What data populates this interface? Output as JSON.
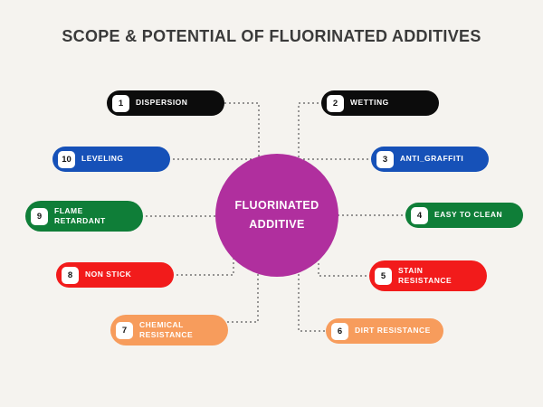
{
  "title": "SCOPE & POTENTIAL OF FLUORINATED ADDITIVES",
  "center": {
    "label": "FLUORINATED\nADDITIVE",
    "color": "#b02f9e"
  },
  "items": [
    {
      "number": "1",
      "label": "DISPERSION",
      "color": "#0c0c0c"
    },
    {
      "number": "2",
      "label": "WETTING",
      "color": "#0c0c0c"
    },
    {
      "number": "3",
      "label": "ANTI_GRAFFITI",
      "color": "#1651b8"
    },
    {
      "number": "4",
      "label": "EASY TO CLEAN",
      "color": "#0f7e38"
    },
    {
      "number": "5",
      "label": "STAIN\nRESISTANCE",
      "color": "#f21b1b"
    },
    {
      "number": "6",
      "label": "DIRT RESISTANCE",
      "color": "#f79c5c"
    },
    {
      "number": "7",
      "label": "CHEMICAL\nRESISTANCE",
      "color": "#f79c5c"
    },
    {
      "number": "8",
      "label": "NON STICK",
      "color": "#f21b1b"
    },
    {
      "number": "9",
      "label": "FLAME\nRETARDANT",
      "color": "#0f7e38"
    },
    {
      "number": "10",
      "label": "LEVELING",
      "color": "#1651b8"
    }
  ],
  "colors": {
    "background": "#f5f3ef",
    "connector": "#5a5a5a"
  }
}
